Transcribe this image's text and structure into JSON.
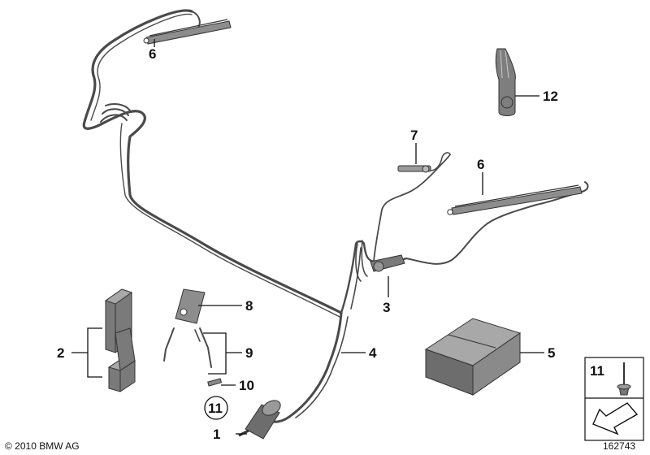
{
  "diagram": {
    "callouts": [
      {
        "id": "1",
        "label": "1"
      },
      {
        "id": "2",
        "label": "2"
      },
      {
        "id": "3",
        "label": "3"
      },
      {
        "id": "4",
        "label": "4"
      },
      {
        "id": "5",
        "label": "5"
      },
      {
        "id": "6a",
        "label": "6"
      },
      {
        "id": "6b",
        "label": "6"
      },
      {
        "id": "7",
        "label": "7"
      },
      {
        "id": "8",
        "label": "8"
      },
      {
        "id": "9",
        "label": "9"
      },
      {
        "id": "10",
        "label": "10"
      },
      {
        "id": "11",
        "label": "11"
      },
      {
        "id": "12",
        "label": "12"
      }
    ],
    "inset_label": "11",
    "copyright": "© 2010 BMW AG",
    "diagram_number": "162743"
  }
}
